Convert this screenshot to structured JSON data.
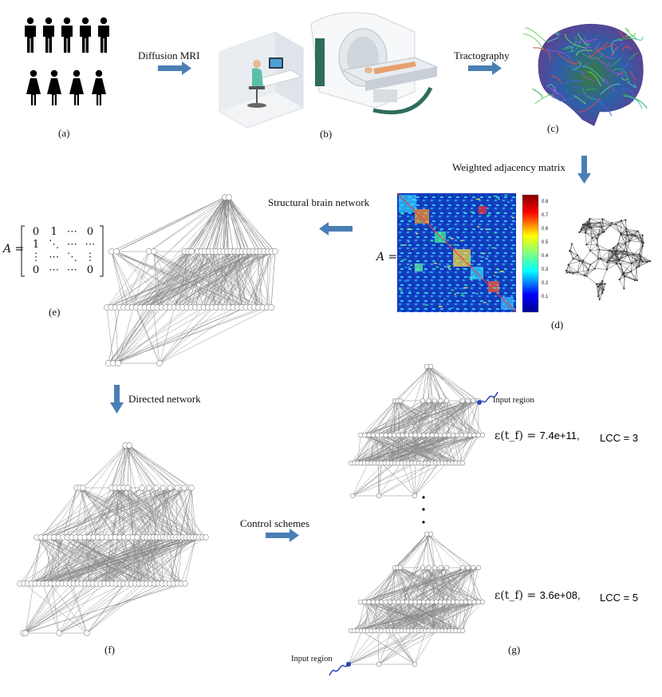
{
  "labels": {
    "diffusion_mri": "Diffusion MRI",
    "tractography": "Tractography",
    "weighted_adjacency": "Weighted adjacency matrix",
    "structural_network": "Structural brain network",
    "directed_network": "Directed network",
    "control_schemes": "Control schemes",
    "input_region_top": "Input region",
    "input_region_bottom": "Input region"
  },
  "captions": {
    "a": "(a)",
    "b": "(b)",
    "c": "(c)",
    "d": "(d)",
    "e": "(e)",
    "f": "(f)",
    "g": "(g)"
  },
  "matrix_e": {
    "prefix": "A =",
    "rows": [
      [
        "0",
        "1",
        "⋯",
        "0"
      ],
      [
        "1",
        "⋱",
        "⋯",
        "⋯"
      ],
      [
        "⋮",
        "⋯",
        "⋱",
        "⋮"
      ],
      [
        "0",
        "⋯",
        "⋯",
        "0"
      ]
    ]
  },
  "matrix_d": {
    "prefix": "A =",
    "colorbar_ticks": [
      "0.8",
      "0.7",
      "0.6",
      "0.5",
      "0.4",
      "0.3",
      "0.2",
      "0.1"
    ]
  },
  "scheme_1": {
    "energy_lhs": "ε(t_f) = ",
    "energy_value": "7.4e+11,",
    "lcc_label": "LCC = 3"
  },
  "scheme_2": {
    "energy_lhs": "ε(t_f) = ",
    "energy_value": "3.6e+08,",
    "lcc_label": "LCC = 5"
  },
  "colors": {
    "arrow": "#4a7fb5",
    "edge": "#6b6b6b",
    "node_stroke": "#888888",
    "input_marker": "#2f45b8"
  }
}
